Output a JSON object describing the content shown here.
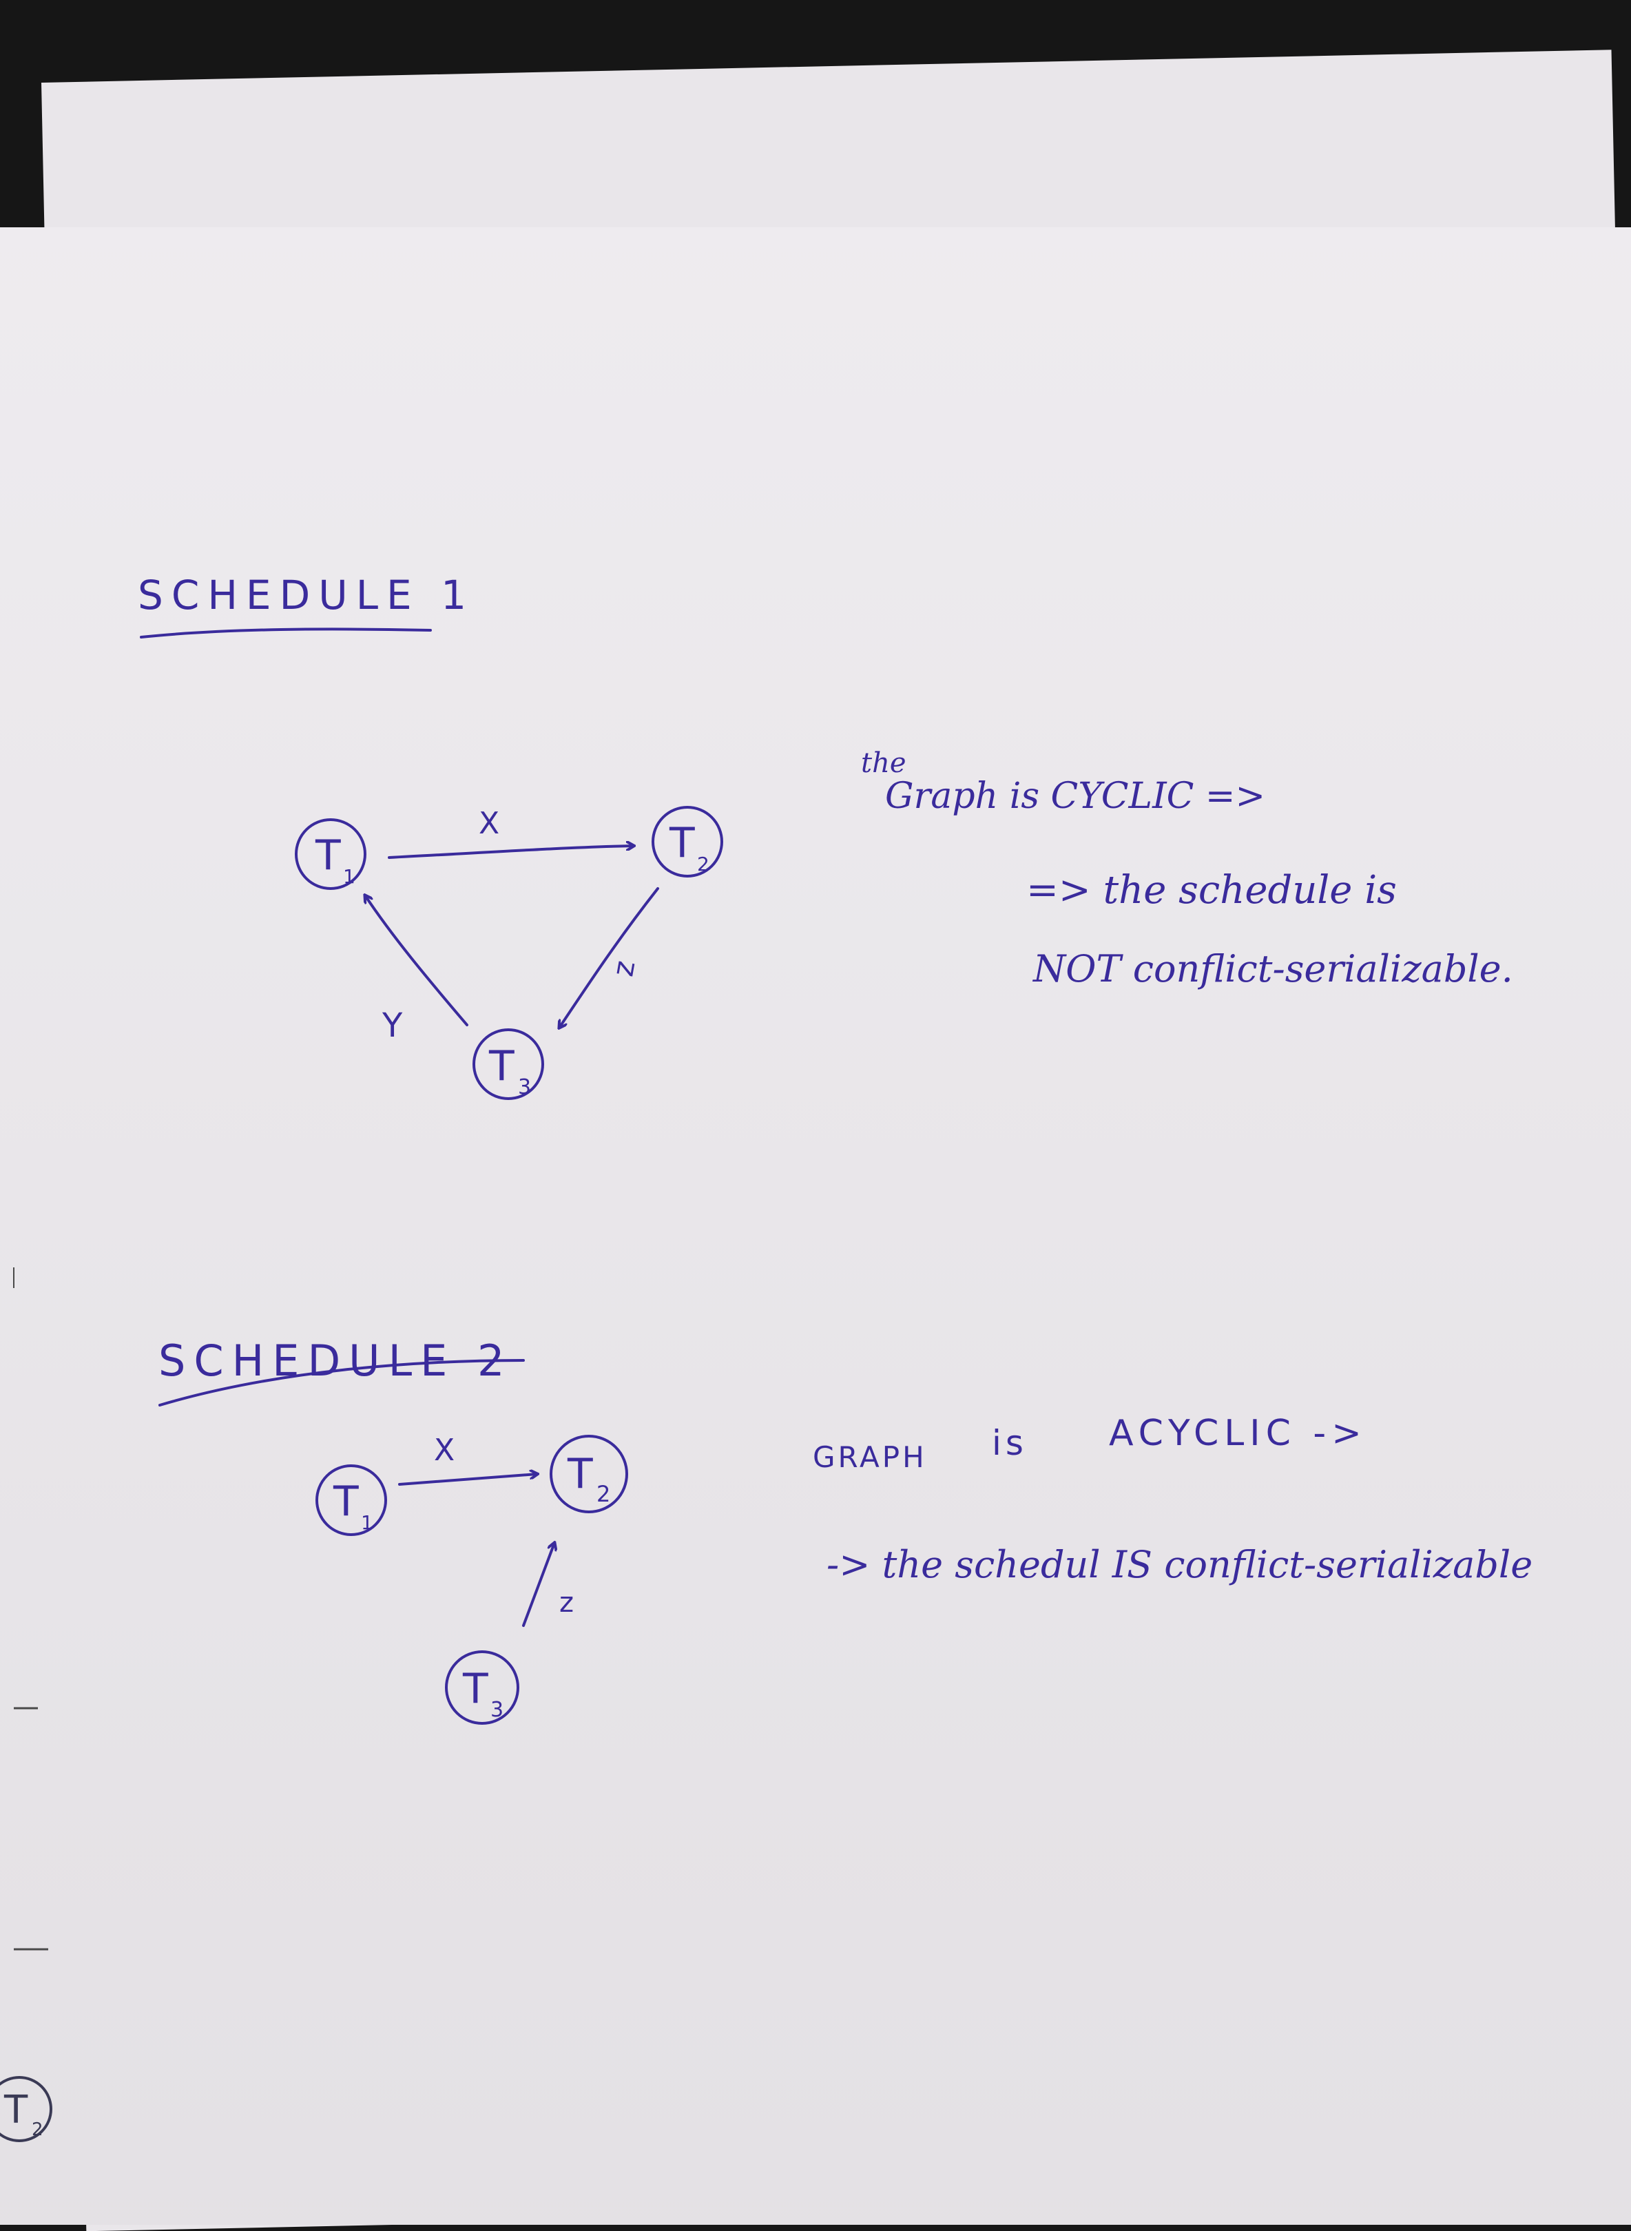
{
  "schedule1": {
    "title": "SCHEDULE 1",
    "nodes": [
      {
        "id": "T1",
        "letter": "T",
        "sub": "1"
      },
      {
        "id": "T2",
        "letter": "T",
        "sub": "2"
      },
      {
        "id": "T3",
        "letter": "T",
        "sub": "3"
      }
    ],
    "edges": [
      {
        "from": "T1",
        "to": "T2",
        "label": "X"
      },
      {
        "from": "T2",
        "to": "T3",
        "label": "z"
      },
      {
        "from": "T3",
        "to": "T1",
        "label": "Y"
      }
    ],
    "note": {
      "line1_prefix": "the",
      "line1": "Graph is CYCLIC =>",
      "line2": "=> the schedule is",
      "line3": "NOT conflict-serializable."
    }
  },
  "schedule2": {
    "title": "SCHEDULE 2",
    "nodes": [
      {
        "id": "T1",
        "letter": "T",
        "sub": "1"
      },
      {
        "id": "T2",
        "letter": "T",
        "sub": "2"
      },
      {
        "id": "T3",
        "letter": "T",
        "sub": "3"
      }
    ],
    "edges": [
      {
        "from": "T1",
        "to": "T2",
        "label": "X"
      },
      {
        "from": "T3",
        "to": "T2",
        "label": "z"
      }
    ],
    "note": {
      "line1a": "GRAPH",
      "line1b": "is",
      "line1c": "ACYCLIC ->",
      "line2": "-> the schedul IS conflict-serializable"
    }
  },
  "edge_fragment": {
    "letter": "T",
    "sub": "2"
  }
}
